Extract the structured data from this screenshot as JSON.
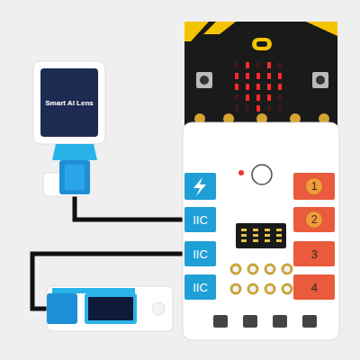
{
  "diagram": {
    "nodes": [
      {
        "text": [
          "Smart AI Lens"
        ]
      },
      {
        "text": [
          "IIC"
        ]
      },
      {
        "text": [
          "IIC"
        ]
      },
      {
        "text": [
          "IIC"
        ]
      },
      {
        "text": [
          "1"
        ]
      },
      {
        "text": [
          "2"
        ]
      },
      {
        "text": [
          "3"
        ]
      },
      {
        "text": [
          "4"
        ]
      }
    ],
    "edges": [
      {
        "from": 0,
        "to": 1,
        "arrow": "none"
      }
    ]
  }
}
